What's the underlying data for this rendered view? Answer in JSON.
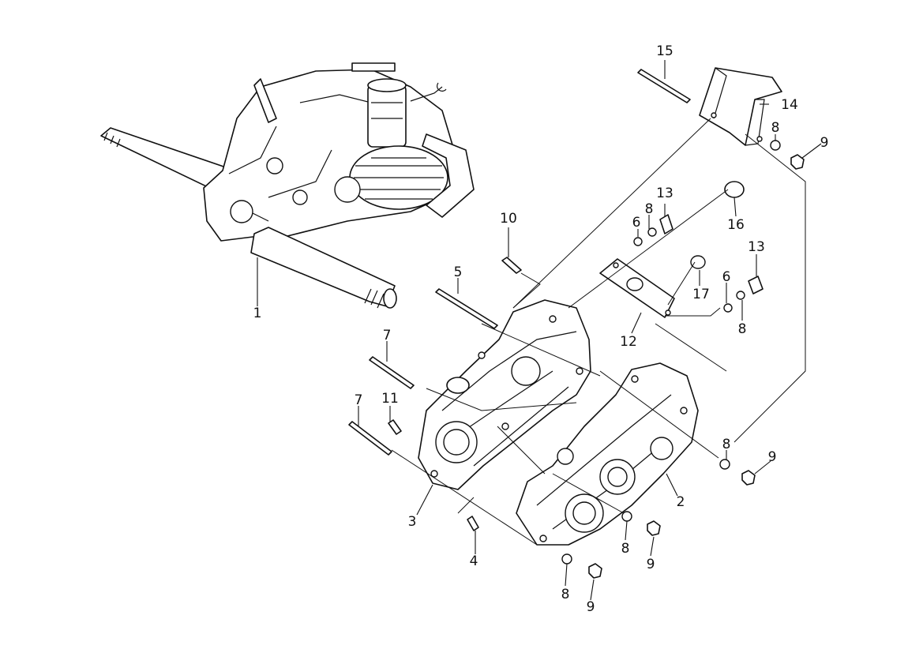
{
  "callouts": {
    "c1": "1",
    "c2": "2",
    "c3": "3",
    "c4": "4",
    "c5": "5",
    "c6a": "6",
    "c6b": "6",
    "c7a": "7",
    "c7b": "7",
    "c8a": "8",
    "c8b": "8",
    "c8c": "8",
    "c8d": "8",
    "c8e": "8",
    "c8f": "8",
    "c9a": "9",
    "c9b": "9",
    "c9c": "9",
    "c9d": "9",
    "c10": "10",
    "c11": "11",
    "c12": "12",
    "c13a": "13",
    "c13b": "13",
    "c14": "14",
    "c15": "15",
    "c16": "16",
    "c17": "17"
  }
}
